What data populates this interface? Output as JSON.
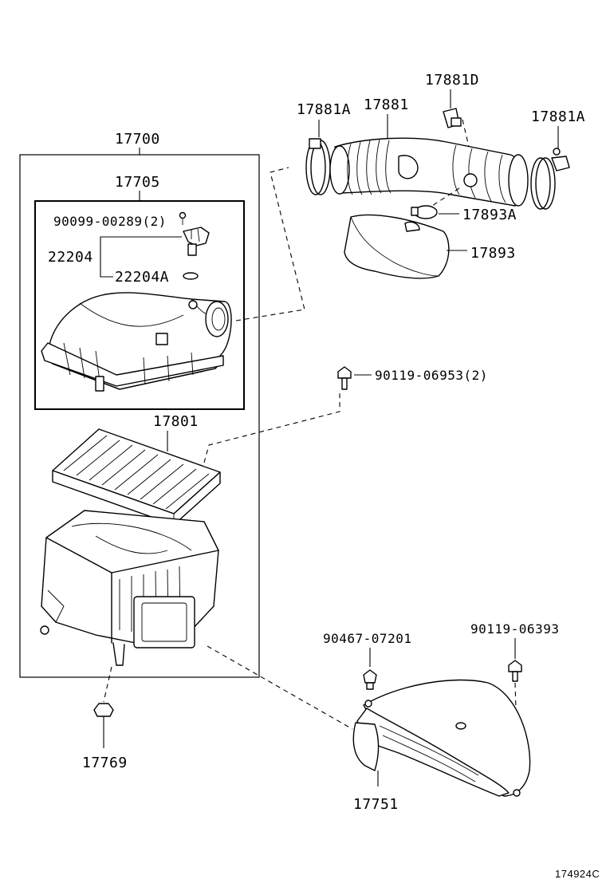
{
  "diagram": {
    "labels": {
      "p17700": "17700",
      "p17705": "17705",
      "p90099": "90099-00289(2)",
      "p22204": "22204",
      "p22204A": "22204A",
      "p17801": "17801",
      "p17769": "17769",
      "p17881D": "17881D",
      "p17881A_left": "17881A",
      "p17881": "17881",
      "p17881A_right": "17881A",
      "p17893A": "17893A",
      "p17893": "17893",
      "p90119_06953": "90119-06953(2)",
      "p90467": "90467-07201",
      "p90119_06393": "90119-06393",
      "p17751": "17751",
      "illustration_code": "174924C"
    }
  }
}
